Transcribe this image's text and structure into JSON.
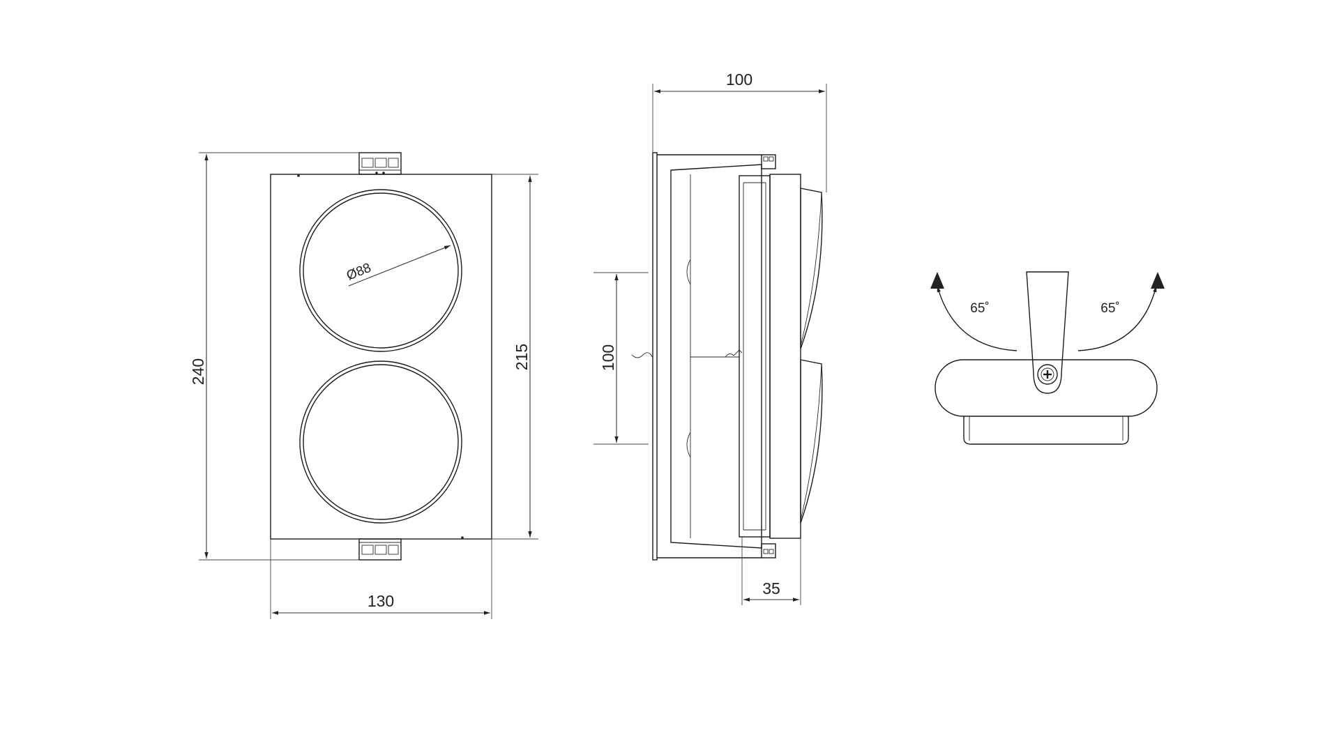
{
  "front_view": {
    "height_label": "240",
    "body_height_label": "215",
    "width_label": "130",
    "diameter_label": "Ø88"
  },
  "side_view": {
    "depth_label": "100",
    "spacing_label": "100",
    "visor_label": "35"
  },
  "top_view": {
    "left_angle_label": "65˚",
    "right_angle_label": "65˚"
  }
}
